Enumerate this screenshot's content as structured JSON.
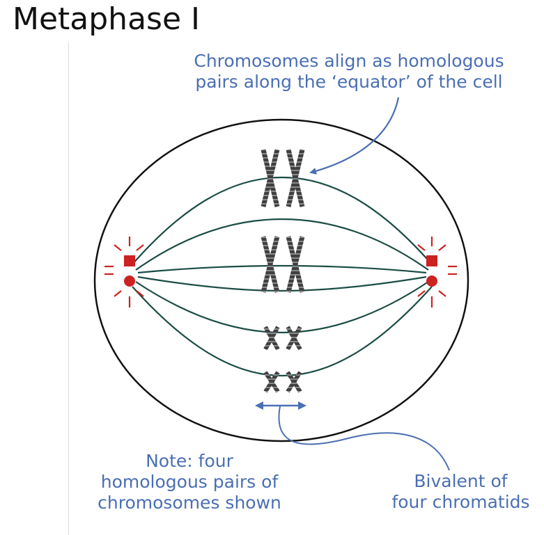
{
  "title": "Metaphase I",
  "labels": {
    "align": [
      "Chromosomes align as homologous",
      "pairs along the ‘equator’ of the cell"
    ],
    "note": [
      "Note: four",
      "homologous pairs of",
      "chromosomes shown"
    ],
    "bivalent": [
      "Bivalent of",
      "four chromatids"
    ]
  },
  "colors": {
    "cell_outline": "#111111",
    "spindle": "#1a4d45",
    "centrosome": "#cc2222",
    "chromosome": "#555555",
    "annotation": "#4a6fb3"
  },
  "icons": [
    "centrosome-left-icon",
    "centrosome-right-icon",
    "double-arrow-icon"
  ]
}
